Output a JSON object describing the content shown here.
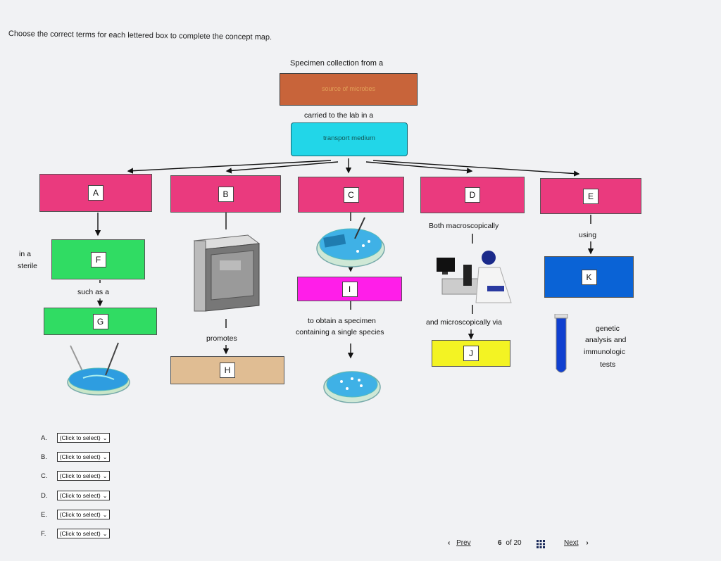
{
  "instruction": "Choose the correct terms for each lettered box to complete the concept map.",
  "top": {
    "specimen_label": "Specimen collection from a",
    "source_box": "source of microbes",
    "carried_label": "carried to the lab in a",
    "transport_box": "transport medium"
  },
  "boxes": {
    "a": "A",
    "b": "B",
    "c": "C",
    "d": "D",
    "e": "E",
    "f": "F",
    "g": "G",
    "h": "H",
    "i": "I",
    "j": "J",
    "k": "K"
  },
  "texts": {
    "in_a": "in a",
    "sterile": "sterile",
    "such_as_a": "such as a",
    "promotes": "promotes",
    "obtain1": "to obtain a specimen",
    "obtain2": "containing a single species",
    "both_macro": "Both macroscopically",
    "and_micro": "and microscopically via",
    "using": "using",
    "genetic1": "genetic",
    "genetic2": "analysis and",
    "genetic3": "immunologic",
    "genetic4": "tests"
  },
  "selects": [
    {
      "letter": "A.",
      "label": "(Click to select)"
    },
    {
      "letter": "B.",
      "label": "(Click to select)"
    },
    {
      "letter": "C.",
      "label": "(Click to select)"
    },
    {
      "letter": "D.",
      "label": "(Click to select)"
    },
    {
      "letter": "E.",
      "label": "(Click to select)"
    },
    {
      "letter": "F.",
      "label": "(Click to select)"
    }
  ],
  "nav": {
    "prev": "Prev",
    "page": "6",
    "of_label": "of 20",
    "next": "Next"
  },
  "colors": {
    "pink": "#ea3a7e",
    "green": "#30dc63",
    "blue": "#0a63d6",
    "yellow": "#f3f323",
    "tan": "#e0bd93",
    "magenta": "#ff1ee9",
    "source": "#c8643a",
    "transport": "#22d6e8"
  }
}
